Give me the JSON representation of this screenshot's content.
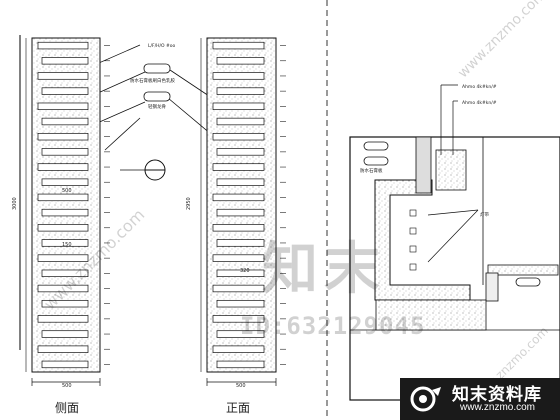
{
  "labels": {
    "callout_top": "L/F/H/O #oo",
    "callout_a": "防水石膏板刷白色乳胶",
    "callout_b": "轻钢龙骨",
    "detail_note_1": "Ahmo 4k#kn/#",
    "detail_note_2": "Ahmo 4k#kn/#",
    "detail_note_3": "灯带",
    "detail_note_4": "防水石膏板",
    "side_title": "侧面",
    "front_title": "正面"
  },
  "dims": {
    "left_total": "3000",
    "mid_total": "2950",
    "left_width": "500",
    "mid_width": "500",
    "inner_a": "500",
    "inner_b": "150",
    "inner_c": "320"
  },
  "watermark": {
    "cn_large": "知末",
    "id": "ID:632129045",
    "diag": "www.znzmo.com"
  },
  "badge": {
    "name": "知末资料库",
    "url": "www.znzmo.com"
  }
}
